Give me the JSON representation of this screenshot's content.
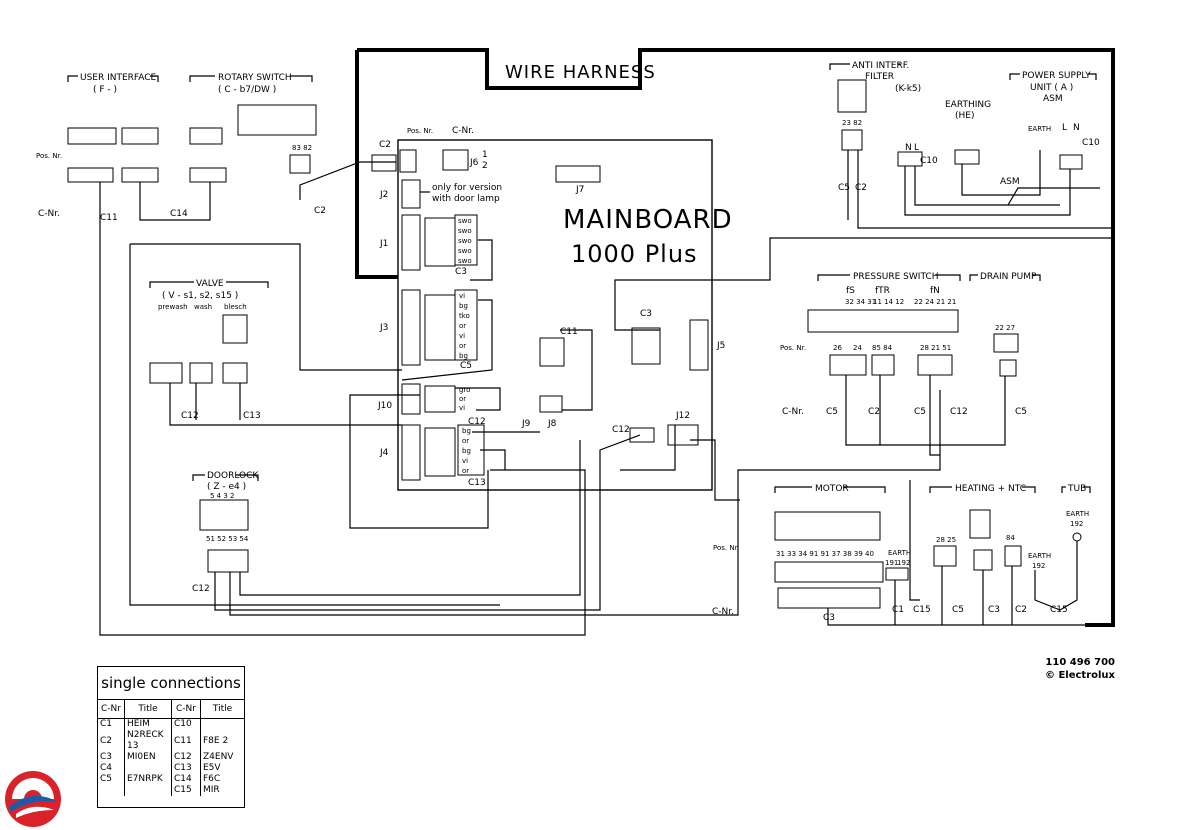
{
  "title": "WIRE HARNESS",
  "mainboard": {
    "line1": "MAINBOARD",
    "line2": "1000 Plus"
  },
  "door_lamp_note": [
    "only for version",
    "with door lamp"
  ],
  "labels": {
    "pos_nr": "Pos. Nr.",
    "c_nr": "C-Nr."
  },
  "components": {
    "user_interface": [
      "USER INTERFACE",
      "( F - )"
    ],
    "rotary_switch": [
      "ROTARY SWITCH",
      "( C - b7/DW )"
    ],
    "anti_interf": [
      "ANTI INTERF.",
      "FILTER",
      "(K-k5)"
    ],
    "earthing": [
      "EARTHING",
      "(HE)"
    ],
    "power_supply": [
      "POWER SUPPLY",
      "UNIT ( A )",
      "ASM"
    ],
    "valve": [
      "VALVE",
      "( V - s1, s2, s15 )"
    ],
    "valve_sub": [
      "prewash",
      "wash",
      "blesch"
    ],
    "doorlock": [
      "DOORLOCK",
      "( Z - e4 )"
    ],
    "pressure_switch": "PRESSURE SWITCH",
    "pressure_groups": [
      "fS",
      "fTR",
      "fN"
    ],
    "drain_pump": "DRAIN PUMP",
    "motor": "MOTOR",
    "heating": "HEATING + NTC",
    "tub": "TUB"
  },
  "connectors": {
    "J1": "J1",
    "J2": "J2",
    "J3": "J3",
    "J4": "J4",
    "J5": "J5",
    "J6": "J6",
    "J7": "J7",
    "J8": "J8",
    "J9": "J9",
    "J10": "J10",
    "J12": "J12"
  },
  "wire_labels": {
    "j1": [
      "swo",
      "swo",
      "swo",
      "swo",
      "swo"
    ],
    "j3": [
      "vi",
      "bg",
      "tko",
      "or",
      "vi",
      "or",
      "bg"
    ],
    "j10": [
      "gro",
      "or",
      "vi"
    ],
    "j4": [
      "bg",
      "or",
      "bg",
      "vi",
      "or"
    ]
  },
  "c_codes": {
    "C1": "C1",
    "C2": "C2",
    "C3": "C3",
    "C5": "C5",
    "C10": "C10",
    "C11": "C11",
    "C12": "C12",
    "C13": "C13",
    "C14": "C14",
    "C15": "C15"
  },
  "asm": "ASM",
  "earth": "EARTH",
  "earth_nums": [
    "191",
    "192"
  ],
  "tub_earth": [
    "EARTH",
    "192"
  ],
  "motor_pins": "31  33 34 91 91 37 38 39 40",
  "heating_pins": [
    "28 25",
    "84"
  ],
  "pressure_pins": [
    "32 34 31",
    "11 14 12",
    "22 24 21 21"
  ],
  "pressure_pins2": [
    "26",
    "24",
    "85 84",
    "28 21 51"
  ],
  "drain_pins": "22 27",
  "door_pins": [
    "5  4  3  2",
    "51 52 53 54"
  ],
  "antiint_pins": "23 82",
  "rotary_pins": "83 82",
  "legend": {
    "title": "single connections",
    "headers": [
      "C-Nr",
      "Title",
      "C-Nr",
      "Title"
    ],
    "rows": [
      [
        "C1",
        "HEIM",
        "C10",
        ""
      ],
      [
        "C2",
        "N2RECK 13",
        "C11",
        "F8E 2"
      ],
      [
        "C3",
        "MI0EN",
        "C12",
        "Z4ENV"
      ],
      [
        "C4",
        "",
        "C13",
        "E5V"
      ],
      [
        "C5",
        "E7NRPK",
        "C14",
        "F6C"
      ],
      [
        "",
        "",
        "C15",
        "MIR"
      ]
    ]
  },
  "doc_number": "110 496 700",
  "copyright": "© Electrolux",
  "colors": {
    "line": "#000000",
    "logo_red": "#d8232a",
    "logo_blue": "#1d5aa8"
  }
}
